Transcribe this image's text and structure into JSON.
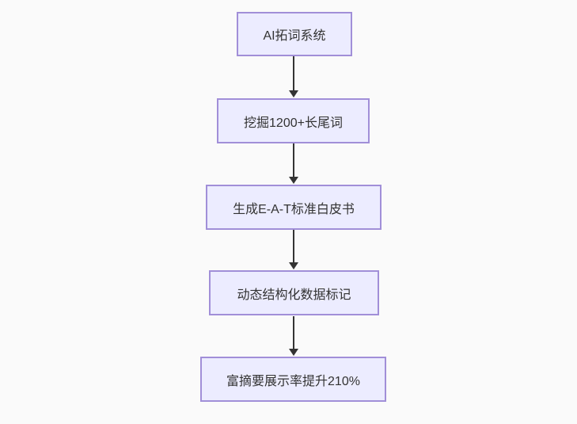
{
  "flowchart": {
    "type": "flowchart-top-down",
    "nodes": [
      {
        "id": "A",
        "label": "AI拓词系统"
      },
      {
        "id": "B",
        "label": "挖掘1200+长尾词"
      },
      {
        "id": "C",
        "label": "生成E-A-T标准白皮书"
      },
      {
        "id": "D",
        "label": "动态结构化数据标记"
      },
      {
        "id": "E",
        "label": "富摘要展示率提升210%"
      }
    ],
    "edges": [
      {
        "from": "A",
        "to": "B"
      },
      {
        "from": "B",
        "to": "C"
      },
      {
        "from": "C",
        "to": "D"
      },
      {
        "from": "D",
        "to": "E"
      }
    ],
    "colors": {
      "node_fill": "#ececff",
      "node_border": "#a18fd8",
      "arrow": "#333333",
      "text": "#333333",
      "background": "#fafafa"
    }
  }
}
